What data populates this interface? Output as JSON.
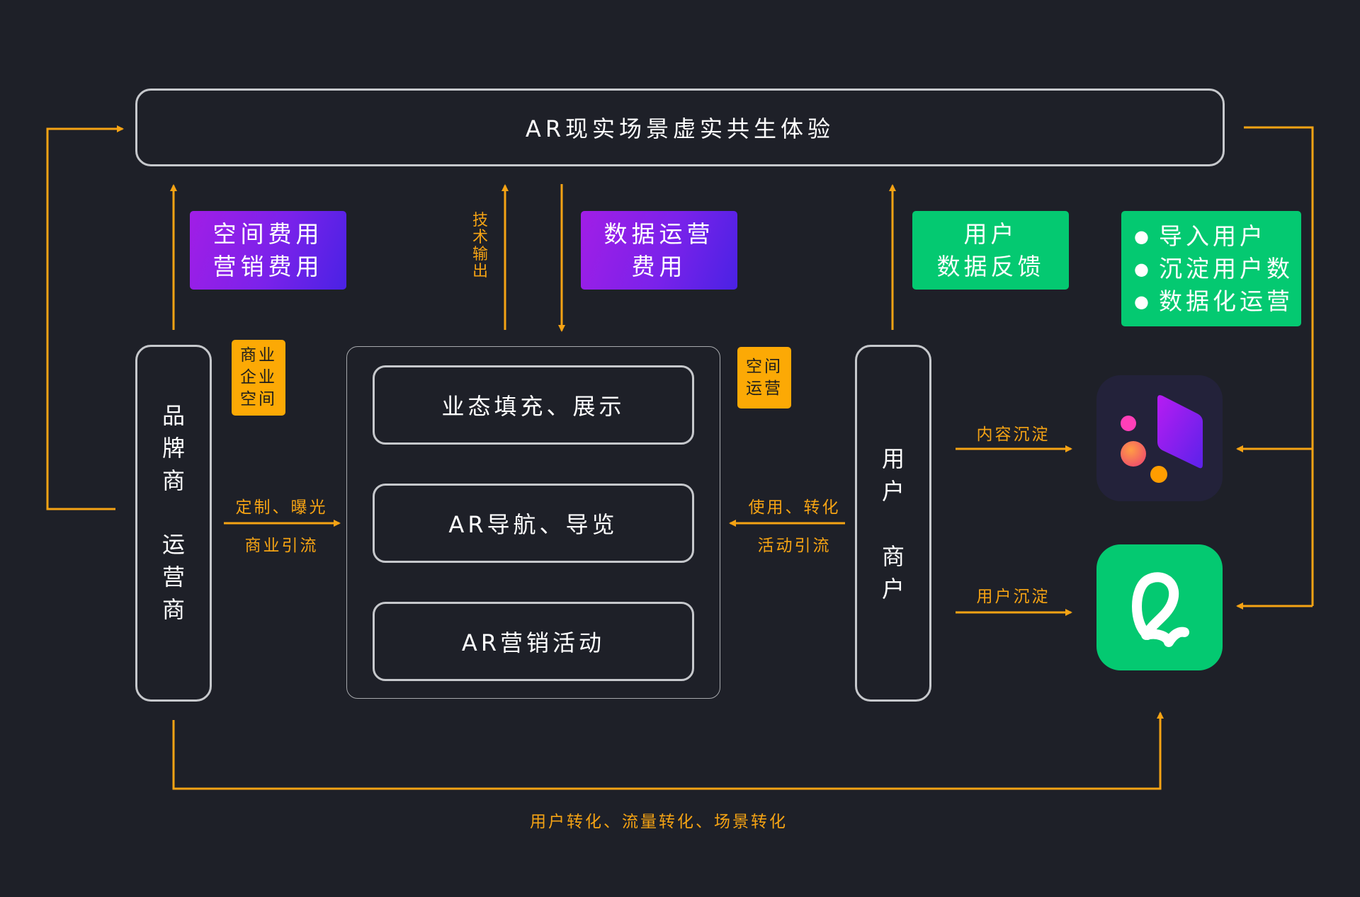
{
  "top_banner": {
    "title": "AR现实场景虚实共生体验"
  },
  "left_column": {
    "line1": [
      "品",
      "牌",
      "商"
    ],
    "line2": [
      "运",
      "营",
      "商"
    ]
  },
  "right_column": {
    "line1": [
      "用",
      "户"
    ],
    "line2": [
      "商",
      "户"
    ]
  },
  "center": {
    "items": [
      "业态填充、展示",
      "AR导航、导览",
      "AR营销活动"
    ]
  },
  "cards": {
    "space_marketing": [
      "空间费用",
      "营销费用"
    ],
    "data_operation": [
      "数据运营",
      "费用"
    ],
    "user_feedback": [
      "用户",
      "数据反馈"
    ],
    "benefits": [
      "导入用户",
      "沉淀用户数",
      "数据化运营"
    ]
  },
  "tags": {
    "commercial_space": [
      "商业",
      "企业",
      "空间"
    ],
    "space_operation": [
      "空间",
      "运营"
    ]
  },
  "labels": {
    "tech_output": [
      "技",
      "术",
      "输",
      "出"
    ],
    "custom_exposure": "定制、曝光",
    "commercial_traffic": "商业引流",
    "use_convert": "使用、转化",
    "activity_traffic": "活动引流",
    "content_deposit": "内容沉淀",
    "user_deposit": "用户沉淀",
    "bottom_conversion": "用户转化、流量转化、场景转化"
  },
  "colors": {
    "background": "#1e2028",
    "orange": "#f5a314",
    "green": "#04c971",
    "purple_start": "#a11ee6",
    "purple_end": "#4a22e4",
    "outline": "#c6c8cc"
  },
  "icons": {
    "app1": "app-logo-icon",
    "app2": "loop-logo-icon"
  }
}
